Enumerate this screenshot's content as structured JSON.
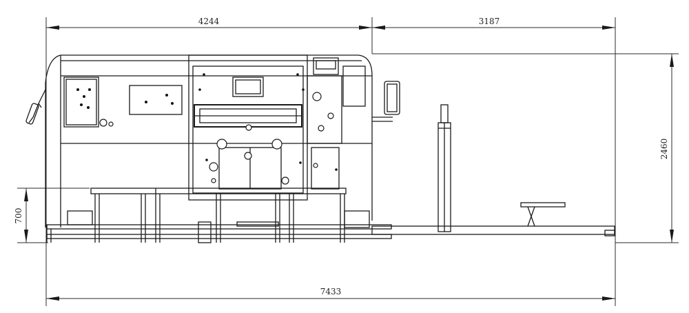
{
  "dimensions": {
    "top_left_width": "4244",
    "top_right_width": "3187",
    "overall_length": "7433",
    "overall_height": "2460",
    "feed_table_height": "700"
  },
  "colors": {
    "line": "#1a1a1a",
    "background": "#ffffff"
  }
}
